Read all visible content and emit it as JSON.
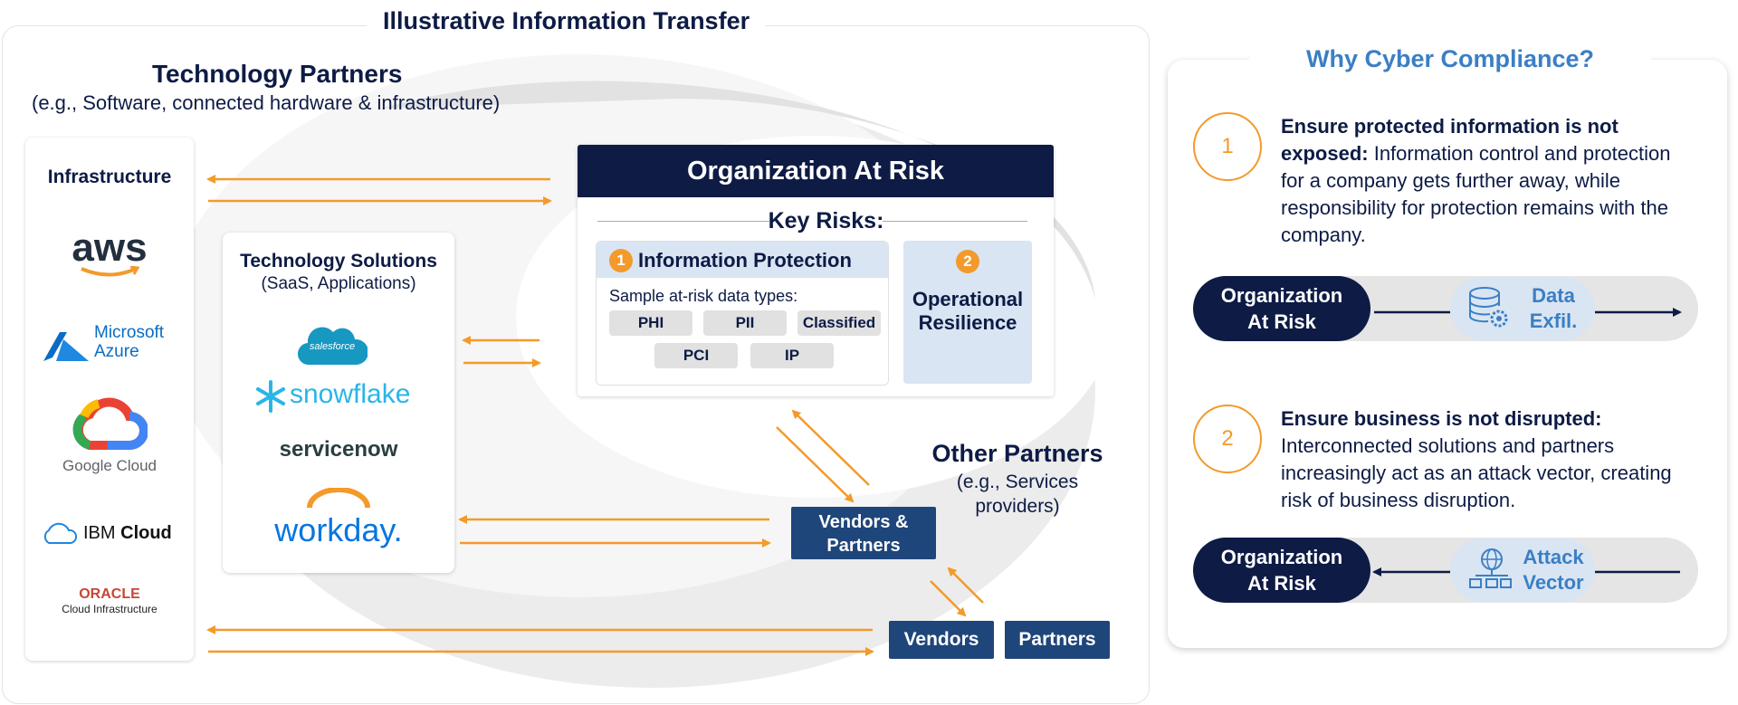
{
  "left": {
    "title": "Illustrative Information Transfer",
    "tech_partners": {
      "title": "Technology Partners",
      "subtitle": "(e.g., Software, connected hardware & infrastructure)"
    },
    "infrastructure": {
      "title": "Infrastructure",
      "logos": {
        "aws": "aws",
        "azure_line1": "Microsoft",
        "azure_line2": "Azure",
        "google": "Google Cloud",
        "ibm_light": "IBM",
        "ibm_bold": "Cloud",
        "oracle_line1": "ORACLE",
        "oracle_line2": "Cloud Infrastructure"
      }
    },
    "solutions": {
      "title": "Technology Solutions",
      "subtitle": "(SaaS, Applications)",
      "logos": {
        "salesforce": "salesforce",
        "snowflake": "snowflake",
        "servicenow": "servicenow",
        "workday": "workday."
      }
    },
    "org": {
      "title": "Organization At Risk",
      "key_risks": "Key Risks:",
      "info_protection": {
        "num": "1",
        "title": "Information Protection",
        "sample": "Sample at-risk data types:",
        "types": [
          "PHI",
          "PII",
          "Classified",
          "PCI",
          "IP"
        ]
      },
      "op_resilience": {
        "num": "2",
        "line1": "Operational",
        "line2": "Resilience"
      }
    },
    "other_partners": {
      "title": "Other Partners",
      "line1": "(e.g., Services",
      "line2": "providers)"
    },
    "vendors_partners": {
      "line1": "Vendors &",
      "line2": "Partners"
    },
    "vendors": "Vendors",
    "partners": "Partners"
  },
  "right": {
    "title": "Why Cyber Compliance?",
    "item1": {
      "num": "1",
      "bold": "Ensure protected information is not exposed:",
      "text": " Information control and protection for a company gets further away, while responsibility for protection remains with the company."
    },
    "bar1": {
      "org_line1": "Organization",
      "org_line2": "At Risk",
      "label_line1": "Data",
      "label_line2": "Exfil."
    },
    "item2": {
      "num": "2",
      "bold": "Ensure business is not disrupted:",
      "text": " Interconnected solutions and partners increasingly act as an attack vector, creating risk of business disruption."
    },
    "bar2": {
      "org_line1": "Organization",
      "org_line2": "At Risk",
      "label_line1": "Attack",
      "label_line2": "Vector"
    }
  },
  "colors": {
    "navy": "#0d1b45",
    "box_navy": "#1f467a",
    "orange": "#f39a2a",
    "accent_blue": "#3b7fc4",
    "light_blue_box": "#d9e5f3",
    "pill_gray": "#e1e1e1",
    "swirl_gray": "#e4e4e4"
  }
}
